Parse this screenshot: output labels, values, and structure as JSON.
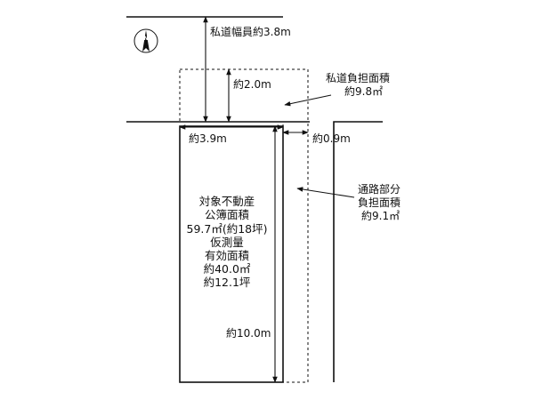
{
  "compass": {
    "label": "N"
  },
  "labels": {
    "private_road_width": "私道幅員約3.8m",
    "private_road_depth": "約2.0m",
    "private_road_share_title": "私道負担面積",
    "private_road_share_area": "約9.8㎡",
    "lot_width": "約3.9m",
    "passage_width": "約0.9m",
    "passage_share_line1": "通路部分",
    "passage_share_line2": "負担面積",
    "passage_share_area": "約9.1㎡",
    "lot_length": "約10.0m"
  },
  "property_info": [
    "対象不動産",
    "公簿面積",
    "59.7㎡(約18坪)",
    "仮測量",
    "有効面積",
    "約40.0㎡",
    "約12.1坪"
  ]
}
